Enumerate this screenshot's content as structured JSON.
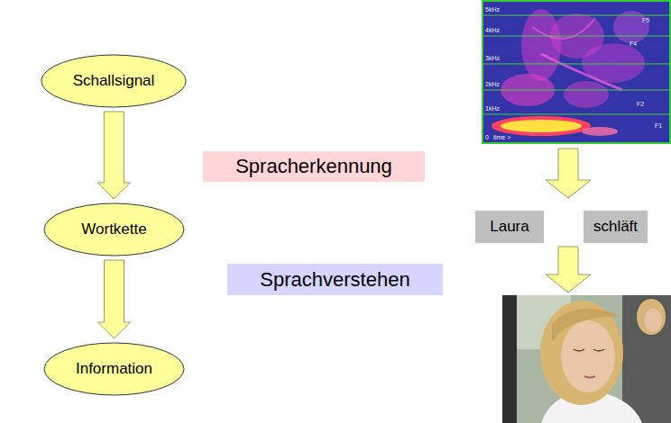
{
  "diagram": {
    "nodes": [
      {
        "text": [
          "Schallsignal"
        ]
      },
      {
        "text": [
          "Wortkette"
        ]
      },
      {
        "text": [
          "Information"
        ]
      },
      {
        "text": [
          "Spracherkennung"
        ]
      },
      {
        "text": [
          "Sprachverstehen"
        ]
      },
      {
        "text": [
          "Laura"
        ]
      },
      {
        "text": [
          "schläft"
        ]
      }
    ],
    "edges": [
      {
        "from": 0,
        "to": 1,
        "arrow": "to"
      },
      {
        "from": 1,
        "to": 2,
        "arrow": "to"
      }
    ],
    "labels": [
      "5kHz",
      "4kHz",
      "3kHz",
      "2kHz",
      "1kHz",
      "0",
      "time >",
      "F5",
      "F4",
      "F2",
      "F1"
    ]
  }
}
